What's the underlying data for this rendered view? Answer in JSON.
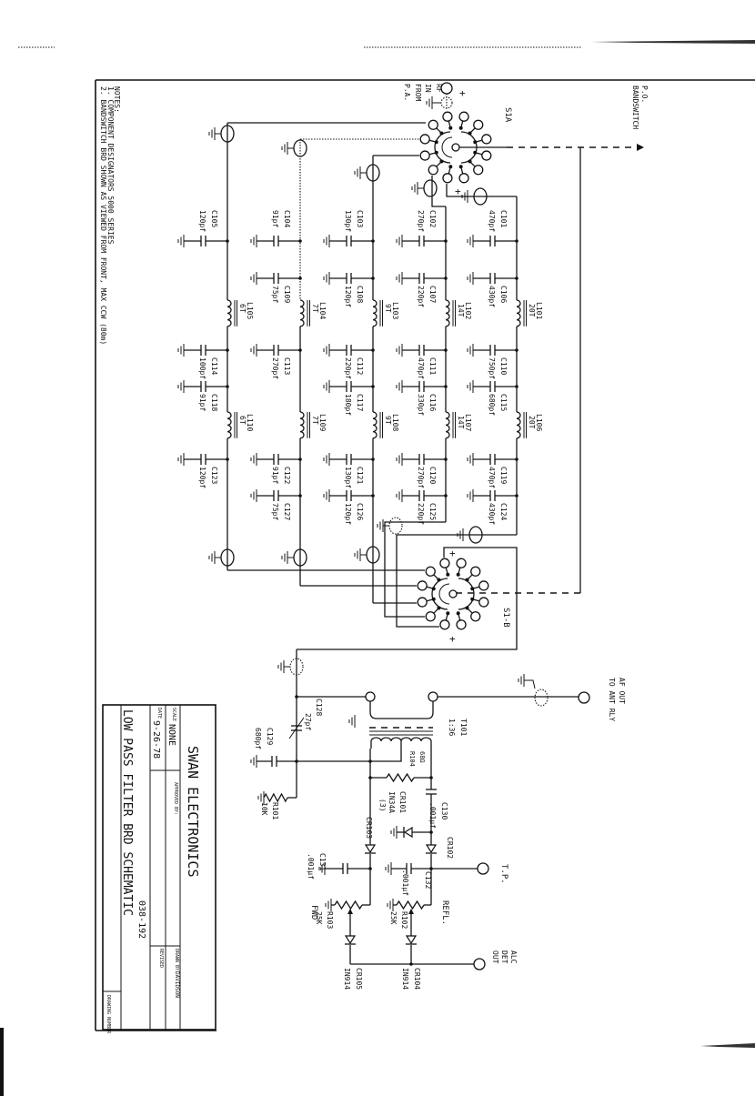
{
  "title_block": {
    "company": "SWAN ELECTRONICS",
    "scale_label": "SCALE",
    "scale": "NONE",
    "date_label": "DATE",
    "date": "9-26-78",
    "approved_label": "APPROVED BY:",
    "drawn_label": "DRAWN BY:",
    "drawn_by": "DAVIDSON",
    "revised_label": "REVISED",
    "part_number": "038-192",
    "title": "LOW PASS FILTER BRD SCHEMATIC",
    "drawing_number_label": "DRAWING NUMBER"
  },
  "notes": {
    "heading": "NOTES:",
    "items": [
      "1. COMPONENT DESIGNATORS 5000 SERIES",
      "2. BANDSWITCH BRD SHOWN AS VIEWED FROM FRONT, MAX CCW (80m)"
    ]
  },
  "switches": {
    "s1a": "S1A",
    "s1b": "S1-B",
    "bandswitch_lines": [
      "P.O.",
      "BANDSWITCH"
    ]
  },
  "connectors": {
    "rf_in_lines": [
      "RF",
      "IN",
      "FROM",
      "P.A."
    ],
    "af_out_lines": [
      "AF OUT",
      "TO ANT RLY"
    ],
    "test_point": "T.P.",
    "alc_lines": [
      "ALC",
      "DET",
      "OUT"
    ],
    "fwd": "FWD",
    "refl": "REFL."
  },
  "filter": {
    "capacitors": [
      {
        "ref": "C101",
        "value": "470pf"
      },
      {
        "ref": "C102",
        "value": "270pf"
      },
      {
        "ref": "C103",
        "value": "130pf"
      },
      {
        "ref": "C104",
        "value": "91pf"
      },
      {
        "ref": "C105",
        "value": "120pf"
      },
      {
        "ref": "C106",
        "value": "430pf"
      },
      {
        "ref": "C107",
        "value": "220pf"
      },
      {
        "ref": "C108",
        "value": "120pf"
      },
      {
        "ref": "C109",
        "value": "75pf"
      },
      {
        "ref": "C110",
        "value": "750pf"
      },
      {
        "ref": "C111",
        "value": "470pf"
      },
      {
        "ref": "C112",
        "value": "220pf"
      },
      {
        "ref": "C113",
        "value": "270pf"
      },
      {
        "ref": "C114",
        "value": "100pf"
      },
      {
        "ref": "C115",
        "value": "680pf"
      },
      {
        "ref": "C116",
        "value": "330pf"
      },
      {
        "ref": "C117",
        "value": "180pf"
      },
      {
        "ref": "C118",
        "value": "91pf"
      },
      {
        "ref": "C119",
        "value": "470pf"
      },
      {
        "ref": "C120",
        "value": "270pf"
      },
      {
        "ref": "C121",
        "value": "130pf"
      },
      {
        "ref": "C122",
        "value": "91pf"
      },
      {
        "ref": "C123",
        "value": "120pf"
      },
      {
        "ref": "C124",
        "value": "430pf"
      },
      {
        "ref": "C125",
        "value": "220pf"
      },
      {
        "ref": "C126",
        "value": "120pf"
      },
      {
        "ref": "C127",
        "value": "75pf"
      }
    ],
    "inductors": [
      {
        "ref": "L101",
        "turns": "20T"
      },
      {
        "ref": "L102",
        "turns": "14T"
      },
      {
        "ref": "L103",
        "turns": "9T"
      },
      {
        "ref": "L104",
        "turns": "7T"
      },
      {
        "ref": "L105",
        "turns": "6T"
      },
      {
        "ref": "L106",
        "turns": "20T"
      },
      {
        "ref": "L107",
        "turns": "14T"
      },
      {
        "ref": "L108",
        "turns": "9T"
      },
      {
        "ref": "L109",
        "turns": "7T"
      },
      {
        "ref": "L110",
        "turns": "6T"
      }
    ]
  },
  "output": {
    "c128": {
      "ref": "C128",
      "value": "27pf"
    },
    "c129": {
      "ref": "C129",
      "value": "680pf"
    },
    "t101": {
      "ref": "T101",
      "value": "1:36"
    },
    "r104": {
      "ref": "R104",
      "value": "68Ω"
    },
    "r101": {
      "ref": "R101",
      "value": "10K"
    },
    "cr101": {
      "ref": "CR101",
      "value": "IN34A",
      "qty": "(3)"
    },
    "c130": {
      "ref": "C130",
      "value": ".001µf"
    },
    "cr102": {
      "ref": "CR102"
    },
    "cr103": {
      "ref": "CR103"
    },
    "c131": {
      "ref": "C131",
      "value": ".001µf"
    },
    "c132": {
      "ref": "C132",
      "value": ".001µf"
    },
    "r102": {
      "ref": "R102",
      "value": "25K"
    },
    "r103": {
      "ref": "R103",
      "value": "25K"
    },
    "cr104": {
      "ref": "CR104",
      "value": "IN914"
    },
    "cr105": {
      "ref": "CR105",
      "value": "IN914"
    }
  }
}
